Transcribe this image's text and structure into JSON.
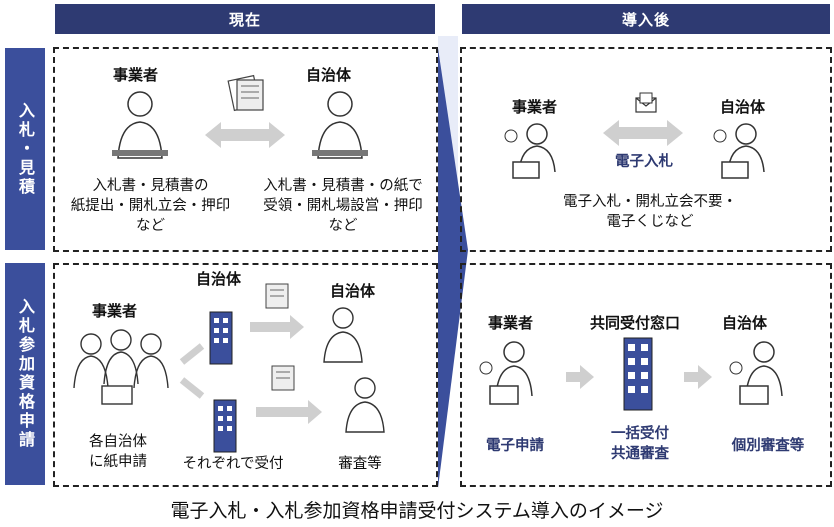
{
  "headers": {
    "current": "現在",
    "after": "導入後"
  },
  "rows": {
    "bidding": "入札・見積",
    "qualification": "入札参加資格申請"
  },
  "roles": {
    "business": "事業者",
    "municipality": "自治体",
    "joint_window": "共同受付窓口"
  },
  "bidding_current": {
    "business_caption": [
      "入札書・見積書の",
      "紙提出・開札立会・押印",
      "など"
    ],
    "municipality_caption": [
      "入札書・見積書・の紙で",
      "受領・開札場設営・押印",
      "など"
    ]
  },
  "bidding_after": {
    "arrow_label": "電子入札",
    "caption": [
      "電子入札・開札立会不要・",
      "電子くじなど"
    ]
  },
  "qual_current": {
    "business_caption": [
      "各自治体",
      "に紙申請"
    ],
    "middle_caption": "それぞれで受付",
    "municipality_caption": "審査等"
  },
  "qual_after": {
    "business_caption": "電子申請",
    "window_caption": [
      "一括受付",
      "共通審査"
    ],
    "municipality_caption": "個別審査等"
  },
  "footer": "電子入札・入札参加資格申請受付システム導入のイメージ",
  "colors": {
    "header_bg": "#2e3a72",
    "row_label_bg": "#3b4f9c",
    "arrow_gray": "#cfcfcf",
    "accent_text": "#2e3a72"
  }
}
